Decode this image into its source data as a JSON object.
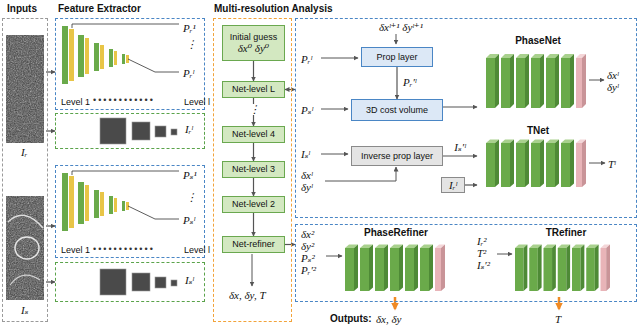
{
  "diagram": {
    "nodes": [
      {
        "text": [
          "Inputs"
        ]
      },
      {
        "text": [
          "Iᵣ"
        ],
        "in": 0
      },
      {
        "text": [
          "Iₛ"
        ],
        "in": 0
      },
      {
        "text": [
          "Pᵣ¹",
          "Pᵣˡ",
          "Level 1",
          "Level l"
        ]
      },
      {
        "text": [
          "Iᵣˡ"
        ]
      },
      {
        "text": [
          "Pₛ¹",
          "Pₛˡ",
          "Level 1",
          "Level l"
        ]
      },
      {
        "text": [
          "Iₛˡ"
        ]
      },
      {
        "text": [
          "Multi-resolution Analysis"
        ]
      },
      {
        "text": [
          "Initial guess",
          "δx⁰ δy⁰"
        ],
        "in": 7
      },
      {
        "text": [
          "Net-level L"
        ],
        "in": 7
      },
      {
        "text": [
          "Net-level 4"
        ],
        "in": 7
      },
      {
        "text": [
          "Net-level 3"
        ],
        "in": 7
      },
      {
        "text": [
          "Net-level 2"
        ],
        "in": 7
      },
      {
        "text": [
          "Net-refiner"
        ],
        "in": 7
      },
      {
        "text": [
          "δxˡ⁺¹ δyˡ⁺¹",
          "Pᵣˡ",
          "Pₛˡ",
          "Iₛˡ",
          "δxˡ δyˡ",
          "δxˡ δyˡ",
          "Tˡ"
        ]
      },
      {
        "text": [
          "Prop layer"
        ],
        "in": 14
      },
      {
        "text": [
          "PhaseNet"
        ],
        "in": 14
      },
      {
        "text": [
          "3D cost volume"
        ],
        "in": 14
      },
      {
        "text": [
          "Inverse prop layer"
        ],
        "in": 14
      },
      {
        "text": [
          "TNet"
        ],
        "in": 14
      },
      {
        "text": [
          "Iᵣˡ"
        ],
        "in": 14
      },
      {
        "text": [
          "δx² δy² Pₛ² Pᵣ′²",
          "Iᵣ² T² Iₛ′²"
        ]
      },
      {
        "text": [
          "PhaseRefiner"
        ],
        "in": 21
      },
      {
        "text": [
          "TRefiner"
        ],
        "in": 21
      }
    ],
    "edges": [
      {
        "from": 1,
        "to": 3,
        "arrow": "to"
      },
      {
        "from": 1,
        "to": 4,
        "arrow": "to"
      },
      {
        "from": 2,
        "to": 5,
        "arrow": "to"
      },
      {
        "from": 2,
        "to": 6,
        "arrow": "to"
      },
      {
        "from": 8,
        "to": 9,
        "arrow": "to"
      },
      {
        "from": 9,
        "to": 10,
        "arrow": "to"
      },
      {
        "from": 10,
        "to": 11,
        "arrow": "to"
      },
      {
        "from": 11,
        "to": 12,
        "arrow": "to"
      },
      {
        "from": 12,
        "to": 13,
        "arrow": "to"
      },
      {
        "from": 9,
        "to": 14,
        "arrow": "both"
      },
      {
        "from": 13,
        "to": 21,
        "arrow": "to"
      },
      {
        "from": 15,
        "to": 17,
        "label": "Pᵣ′ˡ",
        "arrow": "to"
      },
      {
        "from": 17,
        "to": 16,
        "arrow": "to"
      },
      {
        "from": 18,
        "to": 19,
        "label": "Iₛ′ˡ",
        "arrow": "to"
      },
      {
        "from": 20,
        "to": 19,
        "arrow": "to"
      }
    ],
    "labels": [
      "Feature Extractor",
      "⋮",
      "••••••••••••",
      "⋮",
      "••••••••••••",
      "⋮",
      "δx, δy, T",
      "Outputs:",
      "δx, δy",
      "T"
    ]
  }
}
